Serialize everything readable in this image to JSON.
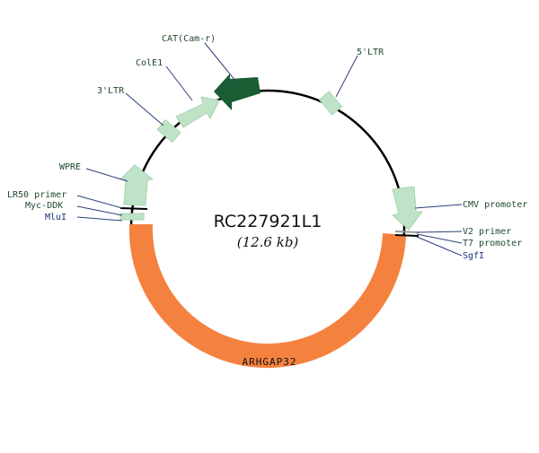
{
  "plasmid": {
    "name": "RC227921L1",
    "size": "(12.6 kb)"
  },
  "colors": {
    "backbone": "#000000",
    "light_feature": "#bfe3c6",
    "dark_feature": "#1a5c34",
    "gene": "#f5813f",
    "leader": "#2a3d7a",
    "label_text": "#1f4a2c",
    "site_text": "#1a2f7a"
  },
  "features": {
    "gene": "ARHGAP32",
    "cat": "CAT(Cam-r)",
    "cole1": "ColE1",
    "ltr3": "3'LTR",
    "ltr5": "5'LTR",
    "wpre": "WPRE",
    "cmv": "CMV promoter",
    "v2": "V2 primer",
    "t7": "T7 promoter",
    "sgfi": "SgfI",
    "lr50": "LR50 primer",
    "mycddk": "Myc-DDK",
    "mlui": "MluI"
  }
}
